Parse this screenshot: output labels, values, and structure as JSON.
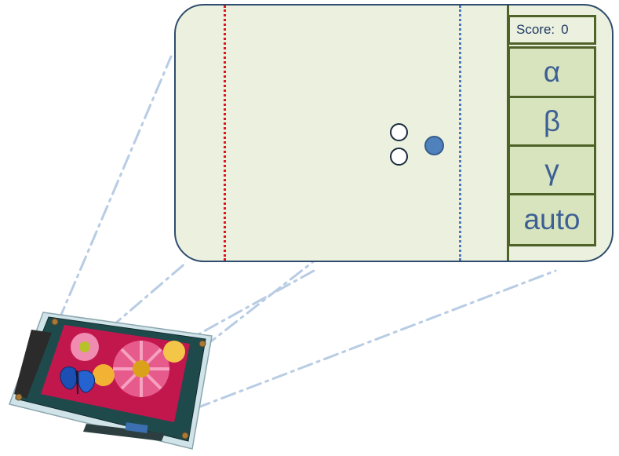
{
  "panel": {
    "score_label": "Score:",
    "score_value": "0",
    "buttons": [
      {
        "id": "alpha",
        "label": "α"
      },
      {
        "id": "beta",
        "label": "β"
      },
      {
        "id": "gamma",
        "label": "γ"
      },
      {
        "id": "auto",
        "label": "auto"
      }
    ]
  },
  "colors": {
    "panel_background": "#ebf1de",
    "panel_border": "#2f4c6e",
    "button_fill": "#d7e4bd",
    "button_border": "#4f6228",
    "button_text": "#3e5f95",
    "red_boundary": "#e0151c",
    "blue_boundary": "#4a78b8",
    "player_ball": "#4f81bd",
    "projection_lines": "#b8cce4"
  },
  "device": {
    "icons": [
      "flower-icon",
      "butterfly-icon"
    ]
  }
}
